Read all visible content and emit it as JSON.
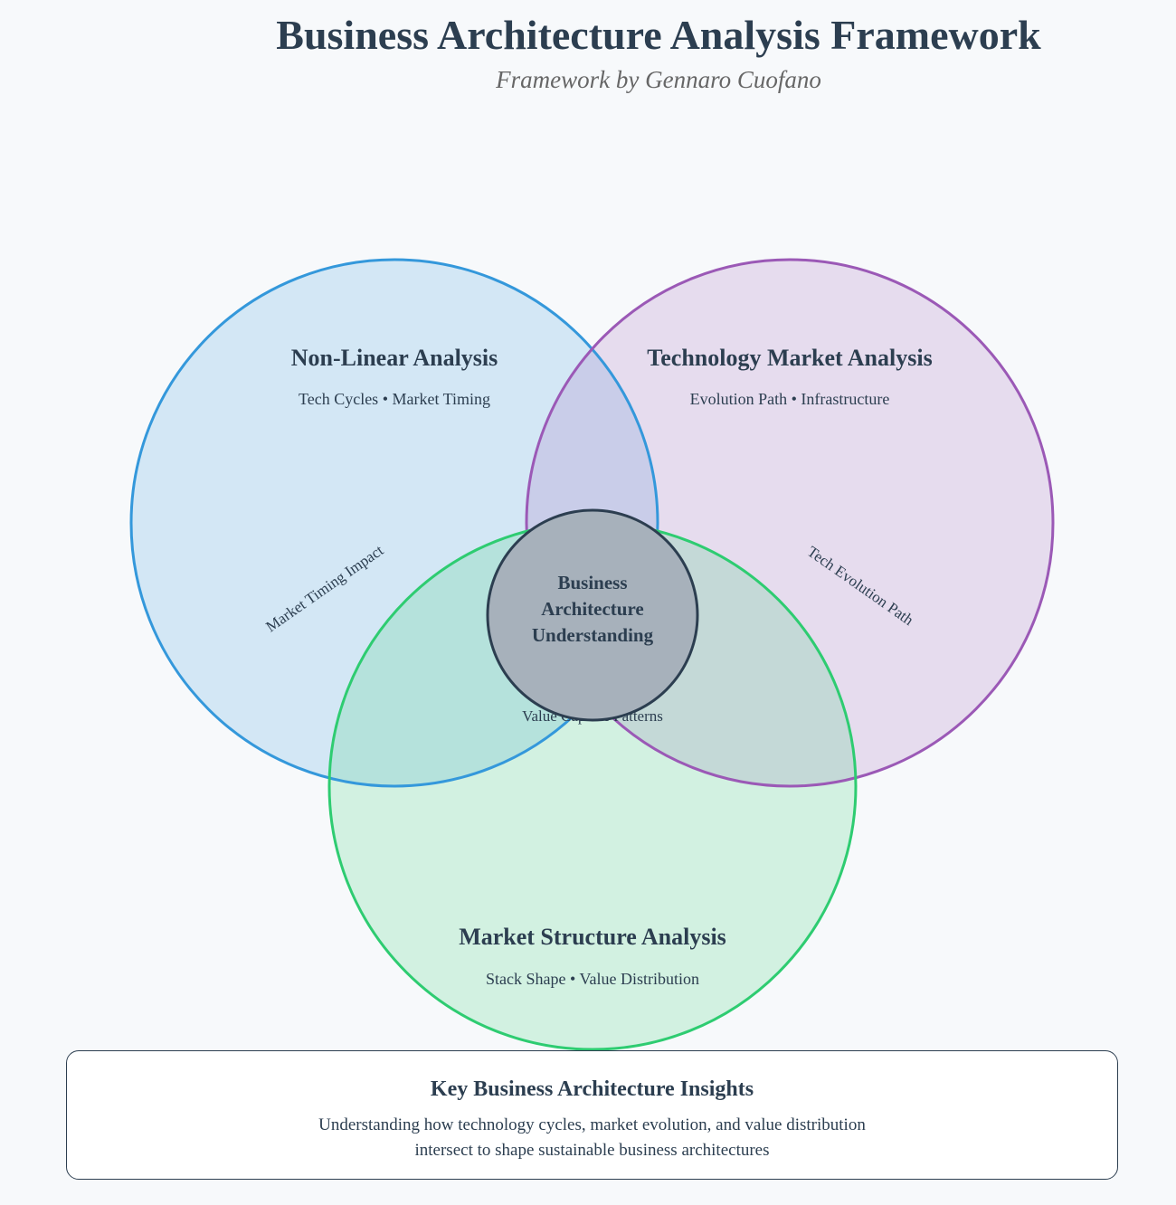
{
  "header": {
    "title": "Business Architecture Analysis Framework",
    "subtitle": "Framework by Gennaro Cuofano"
  },
  "circles": {
    "nonlinear": {
      "title": "Non-Linear Analysis",
      "subtitle": "Tech Cycles • Market Timing",
      "fill": "#3498db",
      "stroke": "#3498db"
    },
    "technology": {
      "title": "Technology Market Analysis",
      "subtitle": "Evolution Path • Infrastructure",
      "fill": "#9b59b6",
      "stroke": "#9b59b6"
    },
    "market": {
      "title": "Market Structure Analysis",
      "subtitle": "Stack Shape • Value Distribution",
      "fill": "#2ecc71",
      "stroke": "#2ecc71"
    }
  },
  "intersections": {
    "left_bottom": "Market Timing Impact",
    "right_bottom": "Tech Evolution Path",
    "center_bottom": "Value Capture Patterns"
  },
  "core": {
    "line1": "Business",
    "line2": "Architecture",
    "line3": "Understanding",
    "fill": "#a7b1bb",
    "stroke": "#2c3e50"
  },
  "insights": {
    "title": "Key Business Architecture Insights",
    "line1": "Understanding how technology cycles, market evolution, and value distribution",
    "line2": "intersect to shape sustainable business architectures"
  }
}
